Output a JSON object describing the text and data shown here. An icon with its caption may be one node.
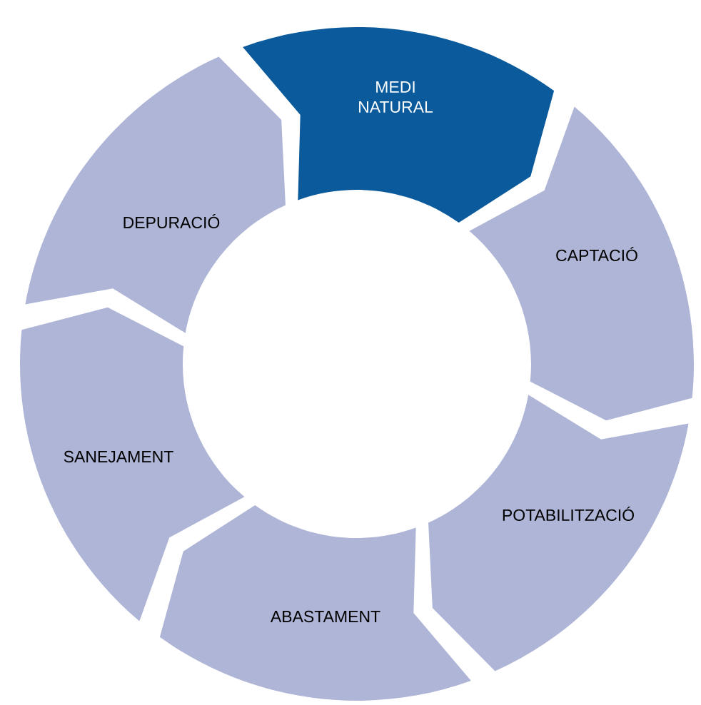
{
  "diagram": {
    "nodes": [
      {
        "text": [
          "MEDI NATURAL"
        ]
      },
      {
        "text": [
          "CAPTACIÓ"
        ]
      },
      {
        "text": [
          "POTABILITZACIÓ"
        ]
      },
      {
        "text": [
          "ABASTAMENT"
        ]
      },
      {
        "text": [
          "SANEJAMENT"
        ]
      },
      {
        "text": [
          "DEPURACIÓ"
        ]
      }
    ]
  }
}
